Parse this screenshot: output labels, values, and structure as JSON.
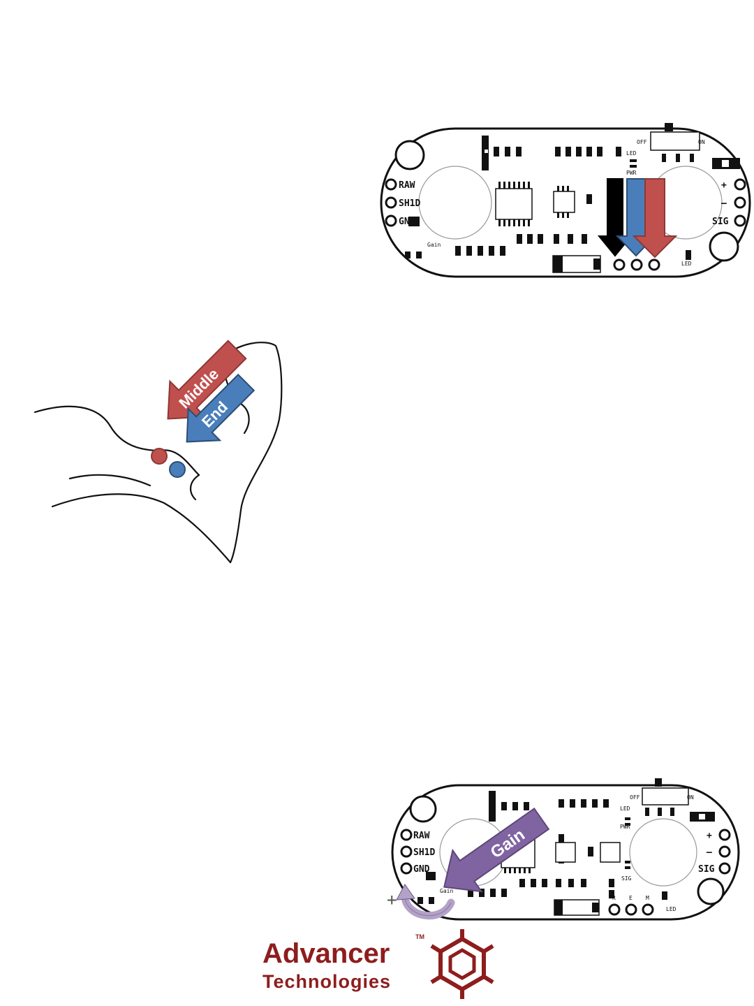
{
  "board": {
    "pins_left": [
      "RAW",
      "SH1D",
      "GND"
    ],
    "pins_right": [
      "+",
      "–",
      "SIG"
    ],
    "gain_label": "Gain",
    "switch_off": "OFF",
    "switch_on": "ON",
    "led_label": "LED",
    "pwr_label": "PWR",
    "sig_label": "SIG",
    "electrode_labels": [
      "R",
      "E",
      "M"
    ]
  },
  "arm": {
    "middle_label": "Middle",
    "end_label": "End",
    "colors": {
      "middle": "#c0504d",
      "end": "#4a7ebb",
      "reference": "#000000"
    }
  },
  "gain_arrow": {
    "label": "Gain",
    "plus": "+",
    "color": "#8064a2",
    "rotate_color": "#b3a2c7"
  },
  "logo": {
    "name": "Advancer",
    "tm": "TM",
    "sub": "Technologies",
    "color": "#8e1d1d"
  }
}
